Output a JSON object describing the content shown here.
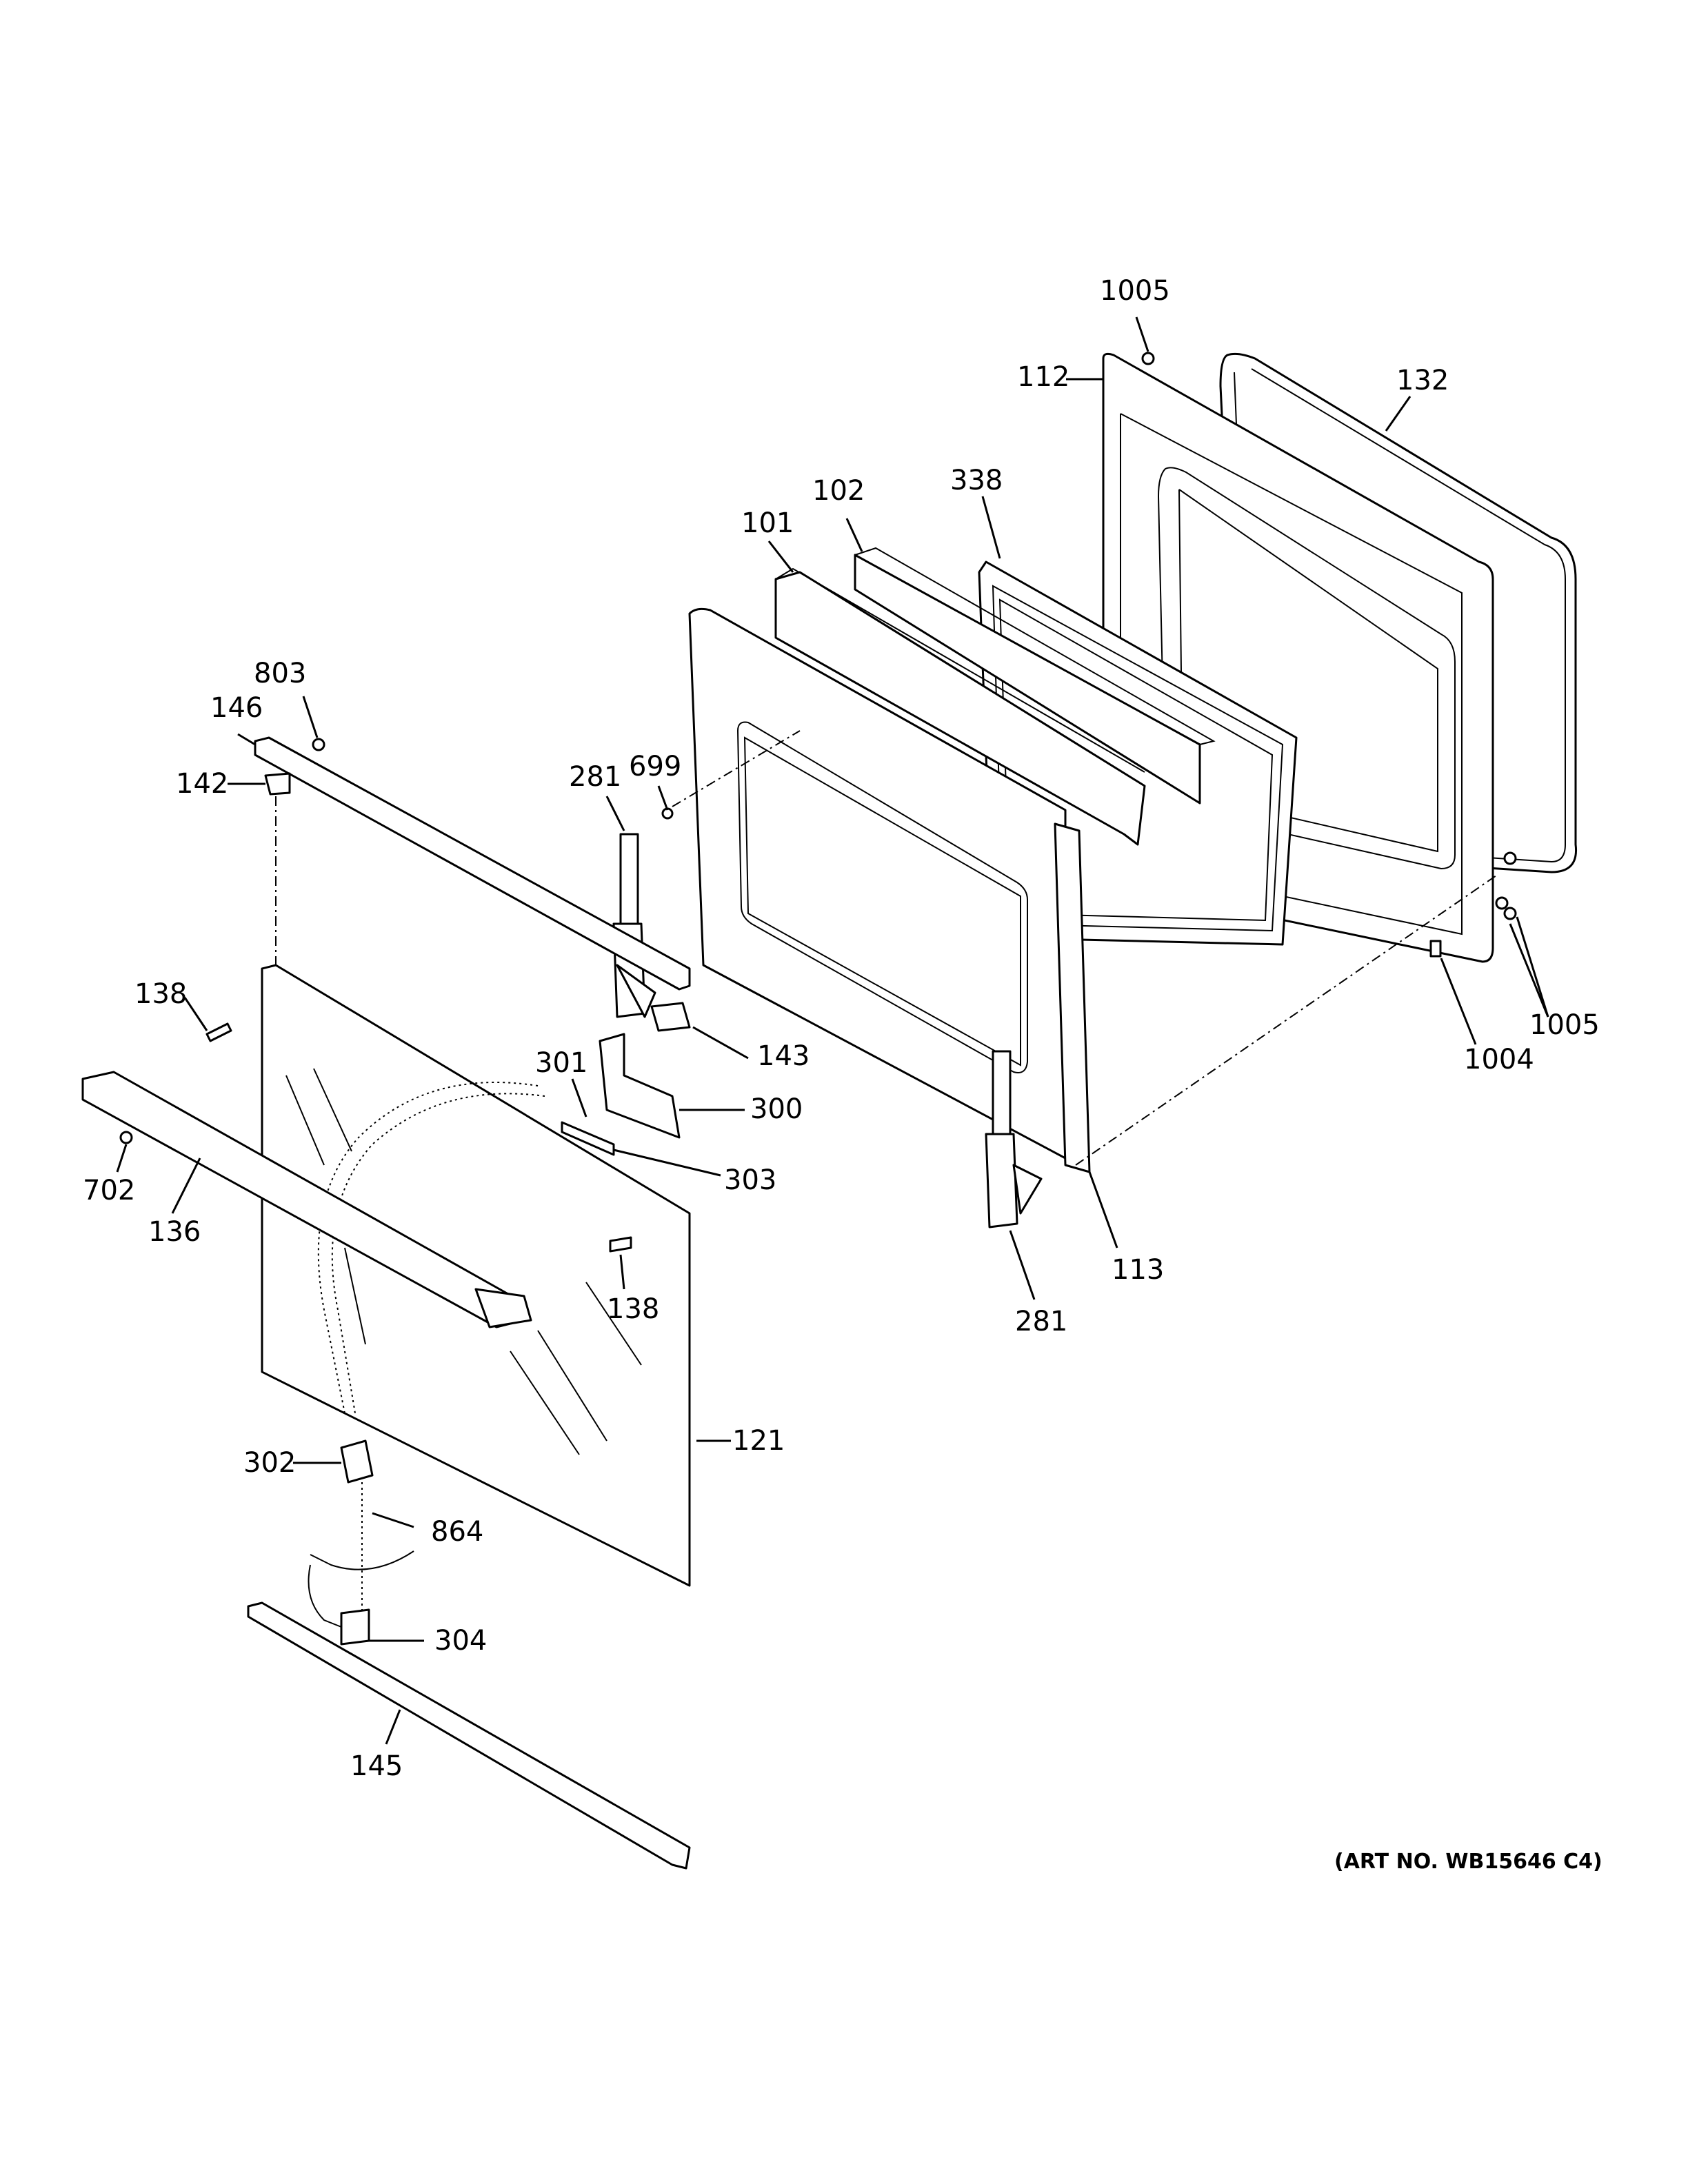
{
  "diagram": {
    "art_number": "(ART NO. WB15646 C4)",
    "callouts": {
      "c1005_top": "1005",
      "c112": "112",
      "c132": "132",
      "c338": "338",
      "c102": "102",
      "c101": "101",
      "c803": "803",
      "c146": "146",
      "c142": "142",
      "c281_top": "281",
      "c699": "699",
      "c138_left": "138",
      "c143": "143",
      "c301": "301",
      "c300": "300",
      "c303": "303",
      "c702": "702",
      "c136": "136",
      "c138_right": "138",
      "c1005_right": "1005",
      "c1004": "1004",
      "c113": "113",
      "c281_bottom": "281",
      "c121": "121",
      "c302": "302",
      "c864": "864",
      "c304": "304",
      "c145": "145"
    }
  }
}
